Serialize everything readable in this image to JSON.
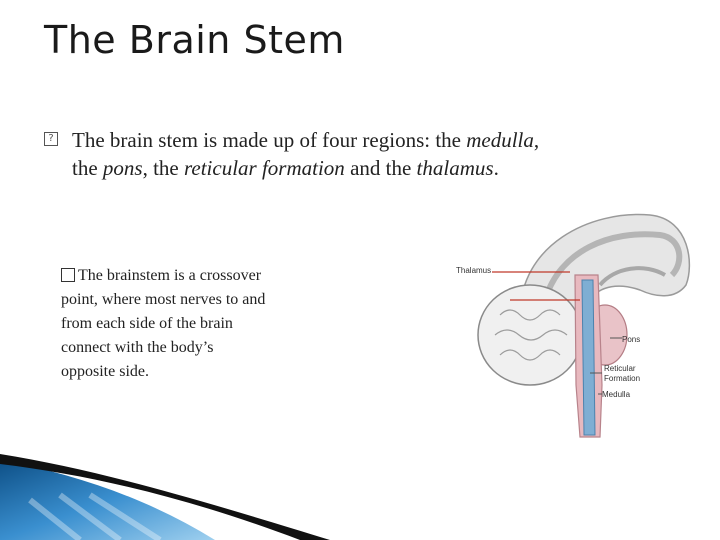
{
  "slide": {
    "title": "The Brain Stem",
    "bullet1": {
      "part1": "The brain stem is made up of four regions: the ",
      "medulla": "medulla",
      "part2": ",",
      "line2a": "the ",
      "pons": "pons",
      "line2b": ", the ",
      "reticular": "reticular formation",
      "line2c": " and the ",
      "thalamus": "thalamus",
      "line2d": "."
    },
    "bullet2": "The brainstem is a crossover point, where most nerves to and from each side of the brain connect with the body’s opposite side."
  },
  "diagram": {
    "labels": {
      "thalamus": "Thalamus",
      "pons": "Pons",
      "reticular_line1": "Reticular",
      "reticular_line2": "Formation",
      "medulla": "Medulla"
    }
  },
  "colors": {
    "accent_blue": "#1f6fb0",
    "label_line": "#c0392b"
  }
}
